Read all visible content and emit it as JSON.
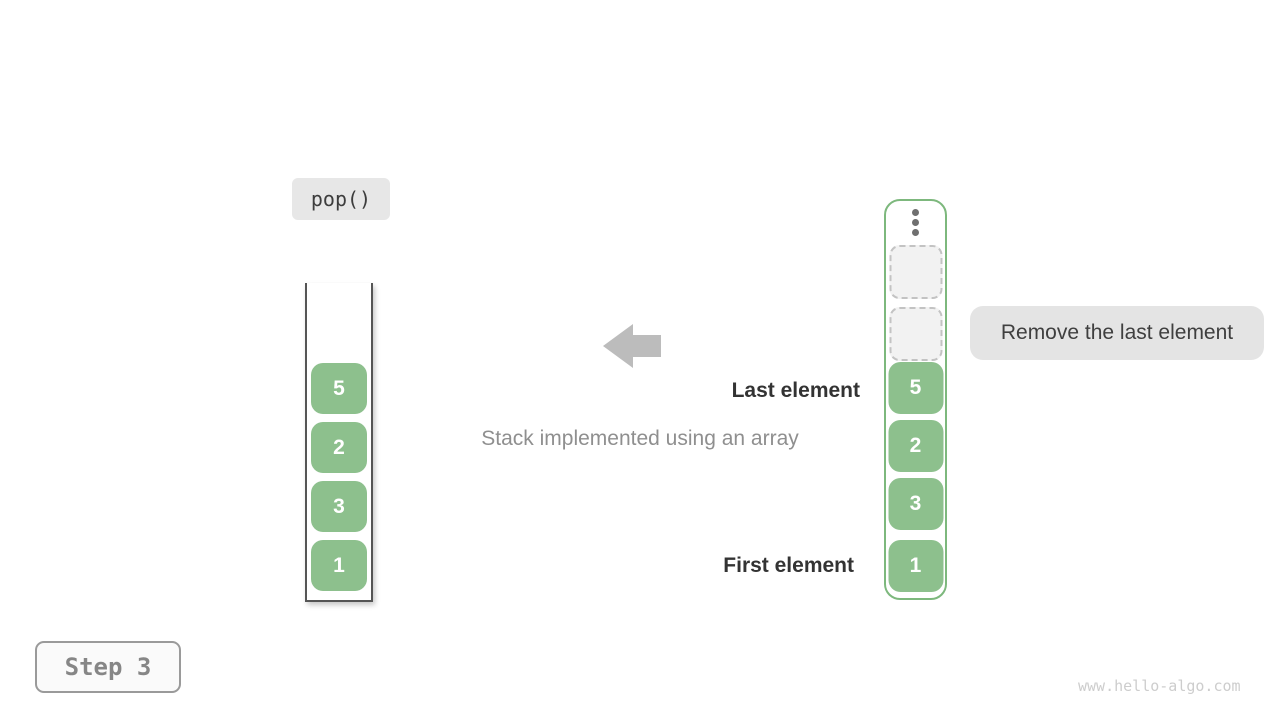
{
  "operation_label": "pop()",
  "caption": "Stack implemented using an array",
  "labels": {
    "last_element": "Last element",
    "first_element": "First element",
    "annotation": "Remove the last element",
    "step": "Step 3"
  },
  "watermark": "www.hello-algo.com",
  "stacks": {
    "array_stack": {
      "cells": [
        "5",
        "2",
        "3",
        "1"
      ]
    },
    "list_stack": {
      "cells": [
        "5",
        "2",
        "3",
        "1"
      ],
      "empty_slots": 2,
      "ellipsis_icon": "vertical-dots"
    }
  },
  "colors": {
    "cell_green": "#8dc08d",
    "stack_border_green": "#7db87d",
    "array_border_gray": "#555555",
    "arrow_gray": "#bcbcbc",
    "label_bg_gray": "#e4e4e4",
    "text_dark": "#333333",
    "text_muted": "#8f8f8f"
  }
}
